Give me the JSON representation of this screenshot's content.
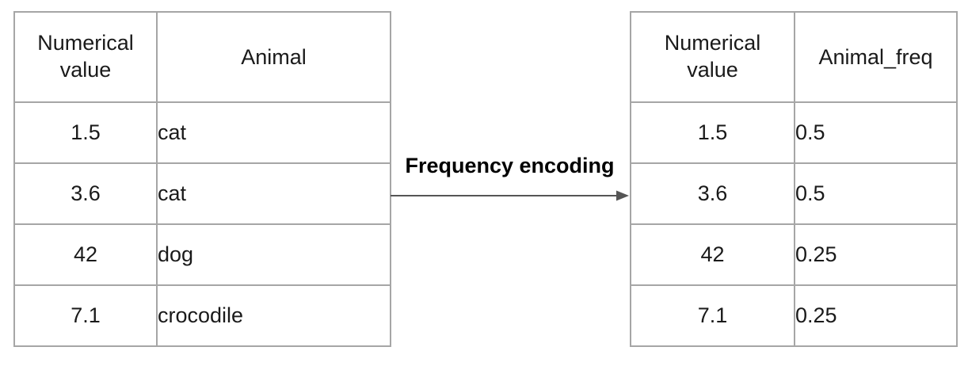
{
  "arrow": {
    "label": "Frequency encoding"
  },
  "left_table": {
    "headers": [
      "Numerical value",
      "Animal"
    ],
    "rows": [
      [
        "1.5",
        "cat"
      ],
      [
        "3.6",
        "cat"
      ],
      [
        "42",
        "dog"
      ],
      [
        "7.1",
        "crocodile"
      ]
    ]
  },
  "right_table": {
    "headers": [
      "Numerical value",
      "Animal_freq"
    ],
    "rows": [
      [
        "1.5",
        "0.5"
      ],
      [
        "3.6",
        "0.5"
      ],
      [
        "42",
        "0.25"
      ],
      [
        "7.1",
        "0.25"
      ]
    ]
  },
  "colors": {
    "background": "#ffffff",
    "table_border": "#a6a6a6",
    "cell_text": "#1a1a1a",
    "label_text": "#000000",
    "arrow": "#555555"
  }
}
